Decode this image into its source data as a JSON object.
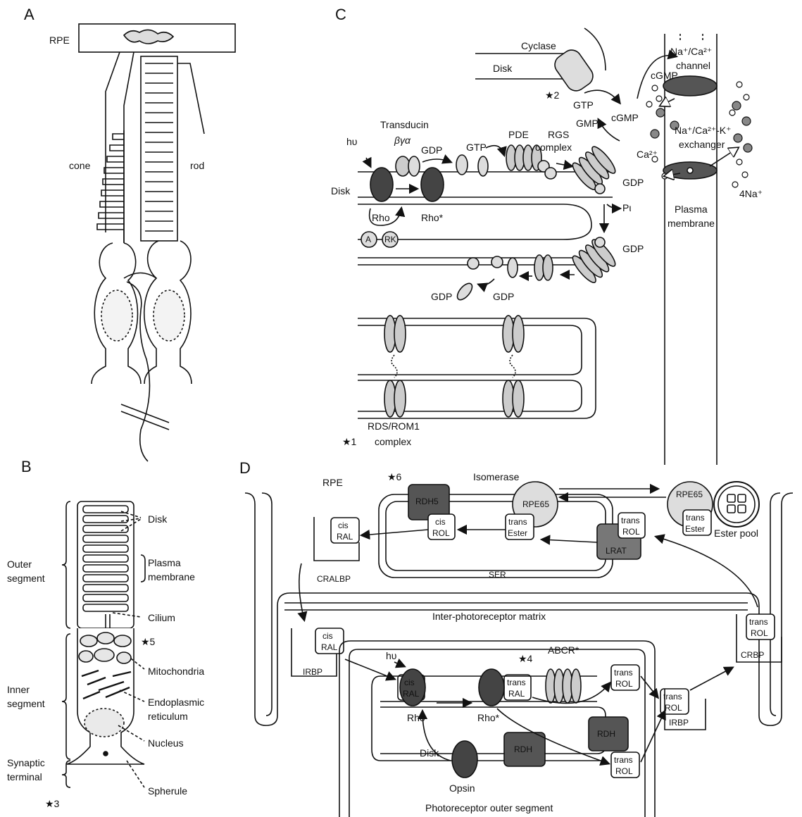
{
  "panels": {
    "a": "A",
    "b": "B",
    "c": "C",
    "d": "D"
  },
  "panel_a": {
    "rpe": "RPE",
    "cone": "cone",
    "rod": "rod"
  },
  "panel_b": {
    "disk": "Disk",
    "plasma_membrane_1": "Plasma",
    "plasma_membrane_2": "membrane",
    "outer_segment_1": "Outer",
    "outer_segment_2": "segment",
    "cilium": "Cilium",
    "star5": "★5",
    "mitochondria": "Mitochondria",
    "inner_segment_1": "Inner",
    "inner_segment_2": "segment",
    "er_1": "Endoplasmic",
    "er_2": "reticulum",
    "nucleus": "Nucleus",
    "synaptic_1": "Synaptic",
    "synaptic_2": "terminal",
    "spherule": "Spherule",
    "star3": "★3"
  },
  "panel_c": {
    "cyclase": "Cyclase",
    "disk_top": "Disk",
    "star2": "★2",
    "gtp_cyc": "GTP",
    "cgmp_cyc": "cGMP",
    "gmp": "GMP",
    "transducin": "Transducin",
    "bga": "βγα",
    "hv": "hυ",
    "gdp1": "GDP",
    "gtp1": "GTP",
    "pde": "PDE",
    "rgs_1": "RGS",
    "rgs_2": "complex",
    "disk_mid": "Disk",
    "rho": "Rho",
    "rho_star": "Rho*",
    "a": "A",
    "rk": "RK",
    "gdp2": "GDP",
    "pi": "Pι",
    "gdp3": "GDP",
    "gdp4": "GDP",
    "gdp5": "GDP",
    "channel_1": "Na⁺/Ca²⁺",
    "channel_2": "channel",
    "cgmp_ch": "cGMP",
    "exch_1": "Na⁺/Ca²⁺-K⁺",
    "exch_2": "exchanger",
    "ca": "Ca²⁺",
    "na4": "4Na⁺",
    "plasma_1": "Plasma",
    "plasma_2": "membrane",
    "rds_1": "RDS/ROM1",
    "rds_2": "complex",
    "star1": "★1"
  },
  "panel_d": {
    "rpe": "RPE",
    "star6": "★6",
    "isomerase": "Isomerase",
    "rdh5": "RDH5",
    "rpe65": "RPE65",
    "rpe65_b": "RPE65",
    "cis_ral_1": "cis",
    "cis_ral_2": "RAL",
    "cis_rol_1": "cis",
    "cis_rol_2": "ROL",
    "trans_ester_1": "trans",
    "trans_ester_2": "Ester",
    "trans_ester_b1": "trans",
    "trans_ester_b2": "Ester",
    "ester_pool": "Ester pool",
    "lrat": "LRAT",
    "trans_rol_lrat_1": "trans",
    "trans_rol_lrat_2": "ROL",
    "cralbp": "CRALBP",
    "ser": "SER",
    "ipm": "Inter-photoreceptor matrix",
    "trans_rol_crbp_1": "trans",
    "trans_rol_crbp_2": "ROL",
    "crbp": "CRBP",
    "cis_ral_irbp_1": "cis",
    "cis_ral_irbp_2": "RAL",
    "irbp": "IRBP",
    "irbp_2": "IRBP",
    "hv": "hυ",
    "star4": "★4",
    "abcr": "ABCR*",
    "cis_ral_rho_1": "cis",
    "cis_ral_rho_2": "RAL",
    "trans_ral_1": "trans",
    "trans_ral_2": "RAL",
    "rho": "Rho",
    "rho_star": "Rho*",
    "trans_rol_top_1": "trans",
    "trans_rol_top_2": "ROL",
    "trans_rol_mid_1": "trans",
    "trans_rol_mid_2": "ROL",
    "trans_rol_low_1": "trans",
    "trans_rol_low_2": "ROL",
    "rdh_1": "RDH",
    "rdh_2": "RDH",
    "disk": "Disk",
    "opsin": "Opsin",
    "pos": "Photoreceptor outer segment"
  }
}
